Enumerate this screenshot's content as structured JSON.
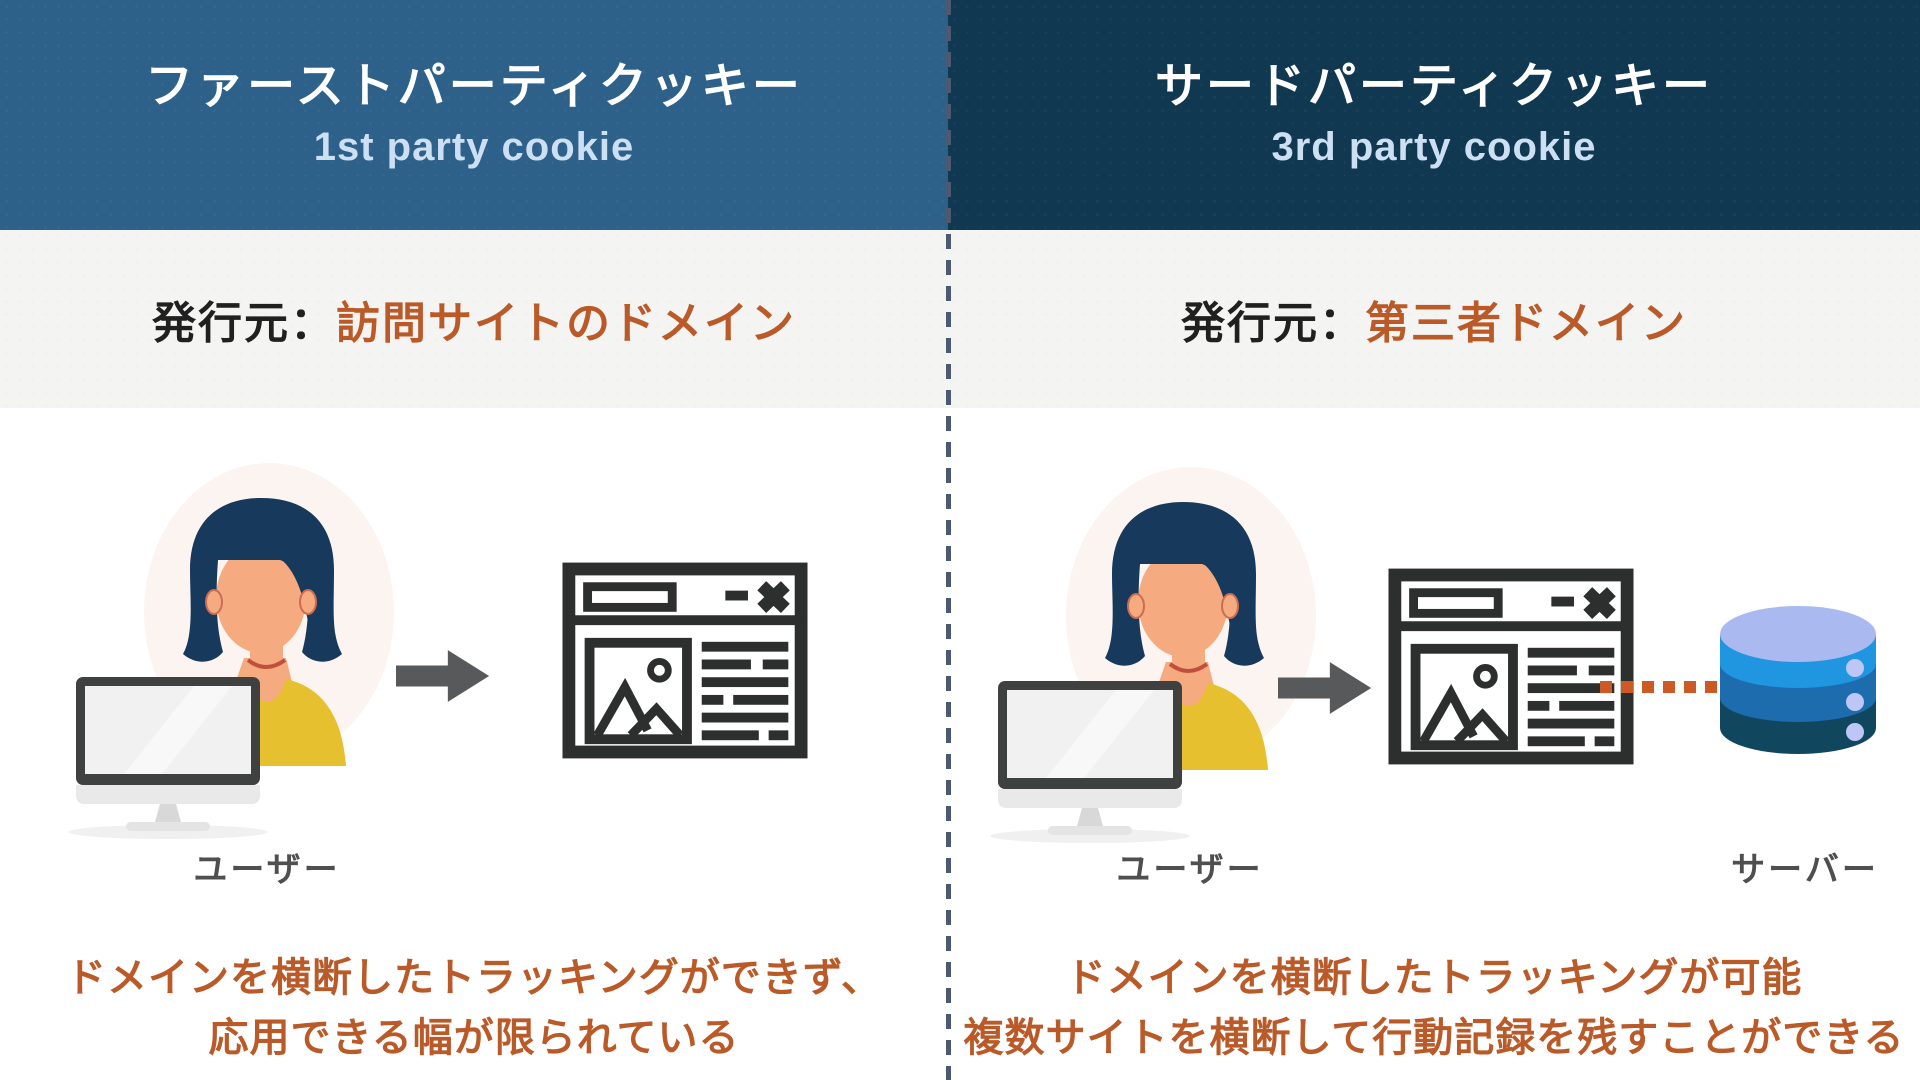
{
  "columns": [
    {
      "header": {
        "title": "ファーストパーティクッキー",
        "subtitle": "1st party cookie"
      },
      "issuer": {
        "label": "発行元：",
        "value": "訪問サイトのドメイン"
      },
      "figure": {
        "user_label": "ユーザー"
      },
      "description": {
        "line1": "ドメインを横断したトラッキングができず、",
        "line2": "応用できる幅が限られている"
      }
    },
    {
      "header": {
        "title": "サードパーティクッキー",
        "subtitle": "3rd party cookie"
      },
      "issuer": {
        "label": "発行元：",
        "value": "第三者ドメイン"
      },
      "figure": {
        "user_label": "ユーザー",
        "server_label": "サーバー"
      },
      "description": {
        "line1": "ドメインを横断したトラッキングが可能",
        "line2": "複数サイトを横断して行動記録を残すことができる"
      }
    }
  ],
  "icons": {
    "user_avatar": "female-user-with-monitor",
    "arrow": "arrow-right",
    "browser": "browser-window",
    "database": "database-cylinder",
    "connection": "dotted-tracking-line"
  },
  "colors": {
    "header_left_bg": "#2d618a",
    "header_right_bg": "#103851",
    "header_title": "#ffffff",
    "header_subtitle": "#cddff2",
    "issuer_band_bg": "#f4f4f2",
    "accent_orange": "#bb5a29",
    "dotted_orange": "#cb5a24",
    "divider": "#4d5970",
    "label_gray": "#4f4f50",
    "icon_stroke": "#2d2e2e",
    "arrow_gray": "#58595b",
    "db_top": "#aab9f0",
    "db_band1": "#2095e0",
    "db_band2": "#1c6cae",
    "db_band3": "#11465f"
  }
}
